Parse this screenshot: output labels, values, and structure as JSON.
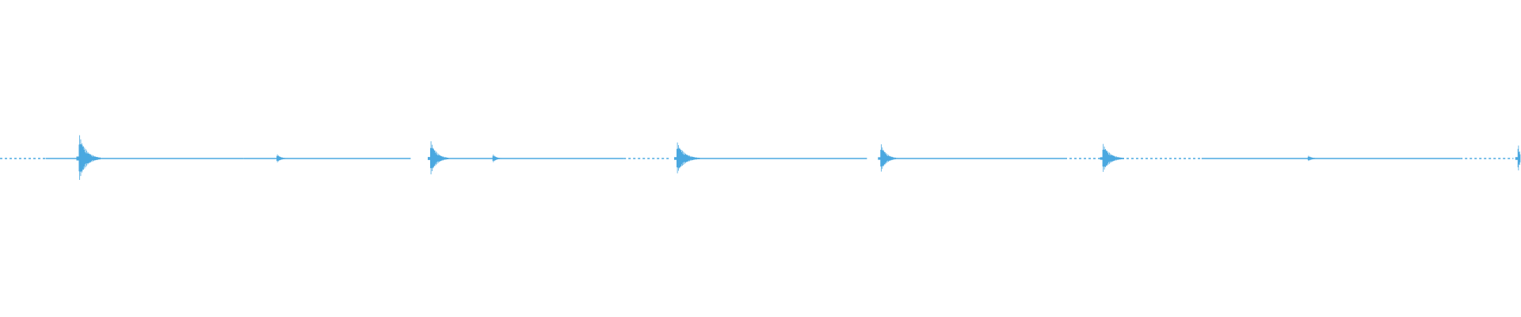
{
  "waveform": {
    "color": "#4aa8e0",
    "duration": 1,
    "amplitude_range": [
      -1,
      1
    ],
    "transients": [
      {
        "t": 0.052,
        "peak": 0.16,
        "decay": 0.014
      },
      {
        "t": 0.182,
        "peak": 0.03,
        "decay": 0.008
      },
      {
        "t": 0.283,
        "peak": 0.12,
        "decay": 0.012
      },
      {
        "t": 0.324,
        "peak": 0.03,
        "decay": 0.007
      },
      {
        "t": 0.445,
        "peak": 0.11,
        "decay": 0.015
      },
      {
        "t": 0.579,
        "peak": 0.1,
        "decay": 0.011
      },
      {
        "t": 0.725,
        "peak": 0.1,
        "decay": 0.014
      },
      {
        "t": 0.86,
        "peak": 0.02,
        "decay": 0.008
      },
      {
        "t": 0.998,
        "peak": 0.11,
        "decay": 0.004
      }
    ],
    "low_level_segments": [
      {
        "start": 0.0,
        "end": 0.03,
        "dashed": true
      },
      {
        "start": 0.03,
        "end": 0.16,
        "dashed": false
      },
      {
        "start": 0.16,
        "end": 0.27,
        "dashed": false
      },
      {
        "start": 0.29,
        "end": 0.41,
        "dashed": false
      },
      {
        "start": 0.41,
        "end": 0.44,
        "dashed": true
      },
      {
        "start": 0.45,
        "end": 0.57,
        "dashed": false
      },
      {
        "start": 0.59,
        "end": 0.7,
        "dashed": false
      },
      {
        "start": 0.7,
        "end": 0.79,
        "dashed": true
      },
      {
        "start": 0.79,
        "end": 0.96,
        "dashed": false
      },
      {
        "start": 0.96,
        "end": 0.995,
        "dashed": true
      }
    ]
  }
}
